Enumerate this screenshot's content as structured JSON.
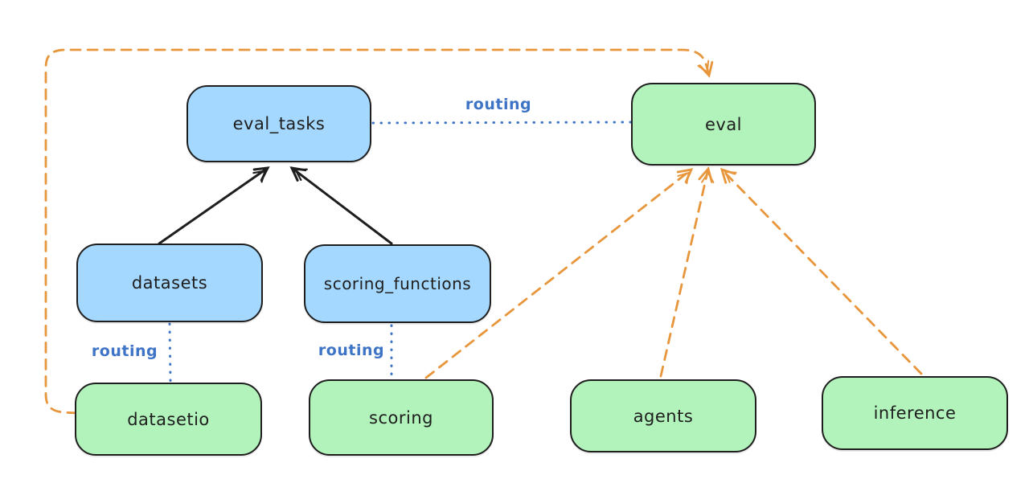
{
  "diagram": {
    "kind": "dependency-routing-diagram",
    "background": "#ffffff",
    "colors": {
      "api_node_fill": "#a5d8ff",
      "provider_node_fill": "#b2f2bb",
      "node_stroke": "#1e1e1e",
      "routing_line": "#3e74c6",
      "dependency_line": "#e8963c",
      "solid_arrow": "#1e1e1e"
    },
    "nodes": {
      "eval_tasks": {
        "label": "eval_tasks",
        "fill": "blue"
      },
      "eval": {
        "label": "eval",
        "fill": "green"
      },
      "datasets": {
        "label": "datasets",
        "fill": "blue"
      },
      "scoring_functions": {
        "label": "scoring_functions",
        "fill": "blue"
      },
      "datasetio": {
        "label": "datasetio",
        "fill": "green"
      },
      "scoring": {
        "label": "scoring",
        "fill": "green"
      },
      "agents": {
        "label": "agents",
        "fill": "green"
      },
      "inference": {
        "label": "inference",
        "fill": "green"
      }
    },
    "edge_labels": {
      "eval_tasks_to_eval": "routing",
      "datasets_to_datasetio": "routing",
      "scoring_functions_to_scoring": "routing"
    },
    "edges": [
      {
        "from": "datasets",
        "to": "eval_tasks",
        "style": "solid-black-arrow"
      },
      {
        "from": "scoring_functions",
        "to": "eval_tasks",
        "style": "solid-black-arrow"
      },
      {
        "from": "eval_tasks",
        "to": "eval",
        "style": "dotted-blue",
        "label": "routing"
      },
      {
        "from": "datasets",
        "to": "datasetio",
        "style": "dotted-blue",
        "label": "routing"
      },
      {
        "from": "scoring_functions",
        "to": "scoring",
        "style": "dotted-blue",
        "label": "routing"
      },
      {
        "from": "datasetio",
        "to": "eval",
        "style": "dashed-orange-arrow"
      },
      {
        "from": "scoring",
        "to": "eval",
        "style": "dashed-orange-arrow"
      },
      {
        "from": "agents",
        "to": "eval",
        "style": "dashed-orange-arrow"
      },
      {
        "from": "inference",
        "to": "eval",
        "style": "dashed-orange-arrow"
      }
    ]
  }
}
